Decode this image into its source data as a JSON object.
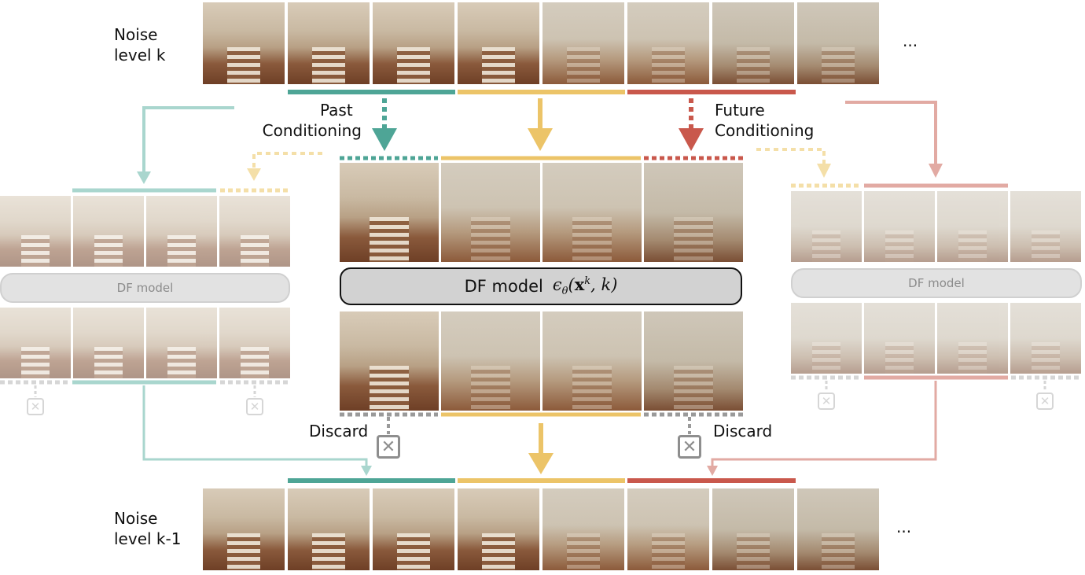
{
  "labels": {
    "noise_k_line1": "Noise",
    "noise_k_line2": "level k",
    "noise_k1_line1": "Noise",
    "noise_k1_line2": "level k-1",
    "ellipsis_top": "...",
    "ellipsis_bottom": "...",
    "past_line1": "Past",
    "past_line2": "Conditioning",
    "future_line1": "Future",
    "future_line2": "Conditioning",
    "discard_left": "Discard",
    "discard_right": "Discard"
  },
  "models": {
    "main_text": "DF model",
    "main_formula": "ϵθ(xk, k)",
    "left_text": "DF model",
    "right_text": "DF model"
  },
  "icons": {
    "discard": "close-box-icon",
    "glyph": "✕"
  },
  "colors": {
    "past": "#4ea596",
    "present": "#ecc468",
    "future": "#c9584c",
    "past_light": "#a9d6ce",
    "present_light": "#f4dfa8",
    "future_light": "#e2aaa3",
    "discard": "#9a9a9a",
    "discard_light": "#d6d6d6"
  }
}
